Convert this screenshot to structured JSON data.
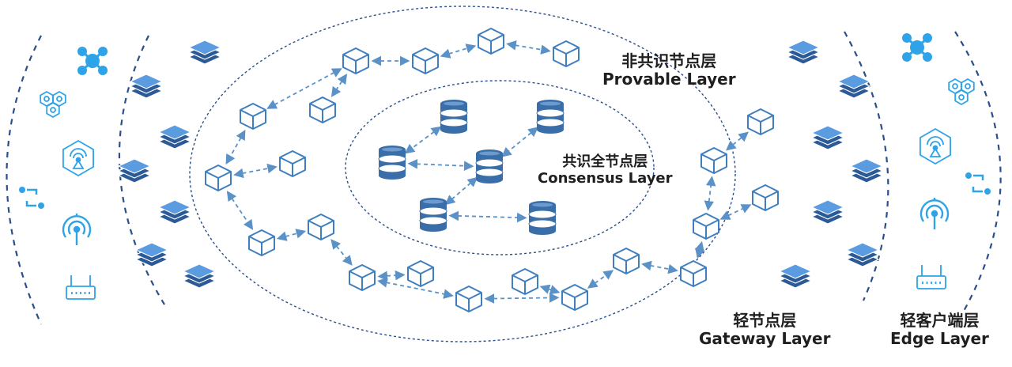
{
  "layers": {
    "provable": {
      "zh": "非共识节点层",
      "en": "Provable Layer"
    },
    "consensus": {
      "zh": "共识全节点层",
      "en": "Consensus Layer"
    },
    "gateway": {
      "zh": "轻节点层",
      "en": "Gateway Layer"
    },
    "edge": {
      "zh": "轻客户端层",
      "en": "Edge Layer"
    }
  },
  "colors": {
    "cube_stroke": "#3f7fc0",
    "database": "#3a6ea8",
    "stack_top": "#5b9be0",
    "stack_base": "#2c5a96",
    "icon": "#2ea3e8",
    "dashed_line": "#2a4f8a",
    "arrow": "#5a92c8"
  },
  "icons": {
    "edge_left": [
      "drone-icon",
      "hexagon-cluster-icon",
      "antenna-hex-icon",
      "connector-icon",
      "wireless-signal-icon",
      "router-icon"
    ],
    "edge_right": [
      "drone-icon",
      "hexagon-cluster-icon",
      "antenna-hex-icon",
      "connector-icon",
      "wireless-signal-icon",
      "router-icon"
    ]
  }
}
